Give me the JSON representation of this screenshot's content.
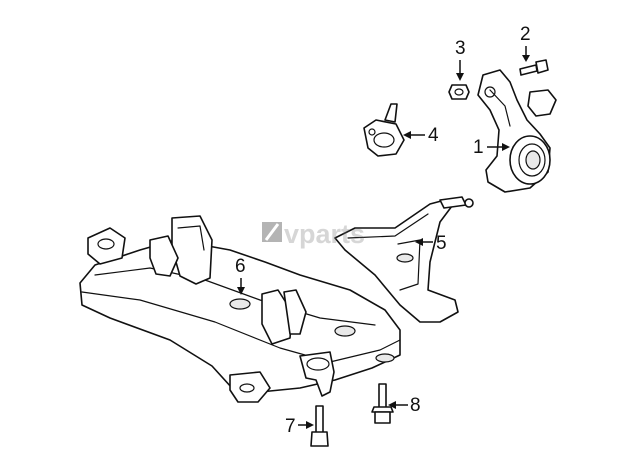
{
  "watermark": {
    "text": "vparts"
  },
  "callouts": [
    {
      "id": "1",
      "label": "1",
      "part": "steering-knuckle"
    },
    {
      "id": "2",
      "label": "2",
      "part": "knuckle-bolt"
    },
    {
      "id": "3",
      "label": "3",
      "part": "nut"
    },
    {
      "id": "4",
      "label": "4",
      "part": "ball-joint"
    },
    {
      "id": "5",
      "label": "5",
      "part": "lower-control-arm"
    },
    {
      "id": "6",
      "label": "6",
      "part": "front-crossmember"
    },
    {
      "id": "7",
      "label": "7",
      "part": "crossmember-bolt"
    },
    {
      "id": "8",
      "label": "8",
      "part": "flange-bolt"
    }
  ],
  "colors": {
    "line": "#111111",
    "background": "#ffffff",
    "watermark": "#777777"
  }
}
